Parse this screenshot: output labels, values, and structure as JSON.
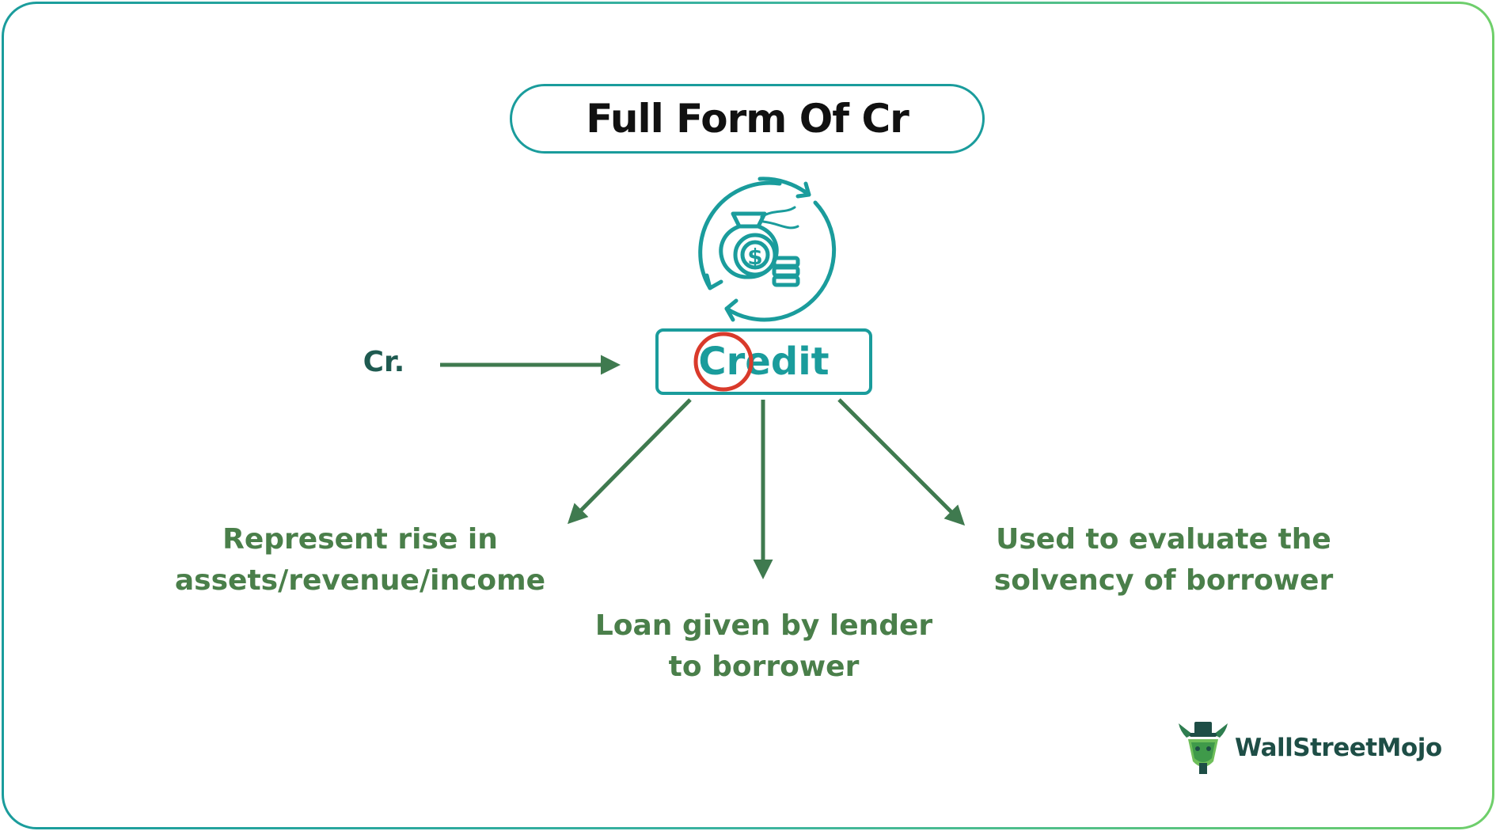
{
  "title": "Full Form Of Cr",
  "abbreviation": "Cr.",
  "term": "Credit",
  "meanings": [
    {
      "lines": [
        "Represent rise in",
        "assets/revenue/income"
      ]
    },
    {
      "lines": [
        "Loan given by lender",
        "to borrower"
      ]
    },
    {
      "lines": [
        "Used to evaluate the",
        "solvency of borrower"
      ]
    }
  ],
  "brand": "WallStreetMojo",
  "icons": {
    "main": "money-bag-cycle-icon",
    "brand": "bull-logo-icon"
  },
  "colors": {
    "teal": "#1a9c9c",
    "green_text": "#4a7f4a",
    "arrow": "#3f7a4f",
    "highlight_circle": "#d93a2b",
    "abbr_text": "#1e5a50"
  }
}
